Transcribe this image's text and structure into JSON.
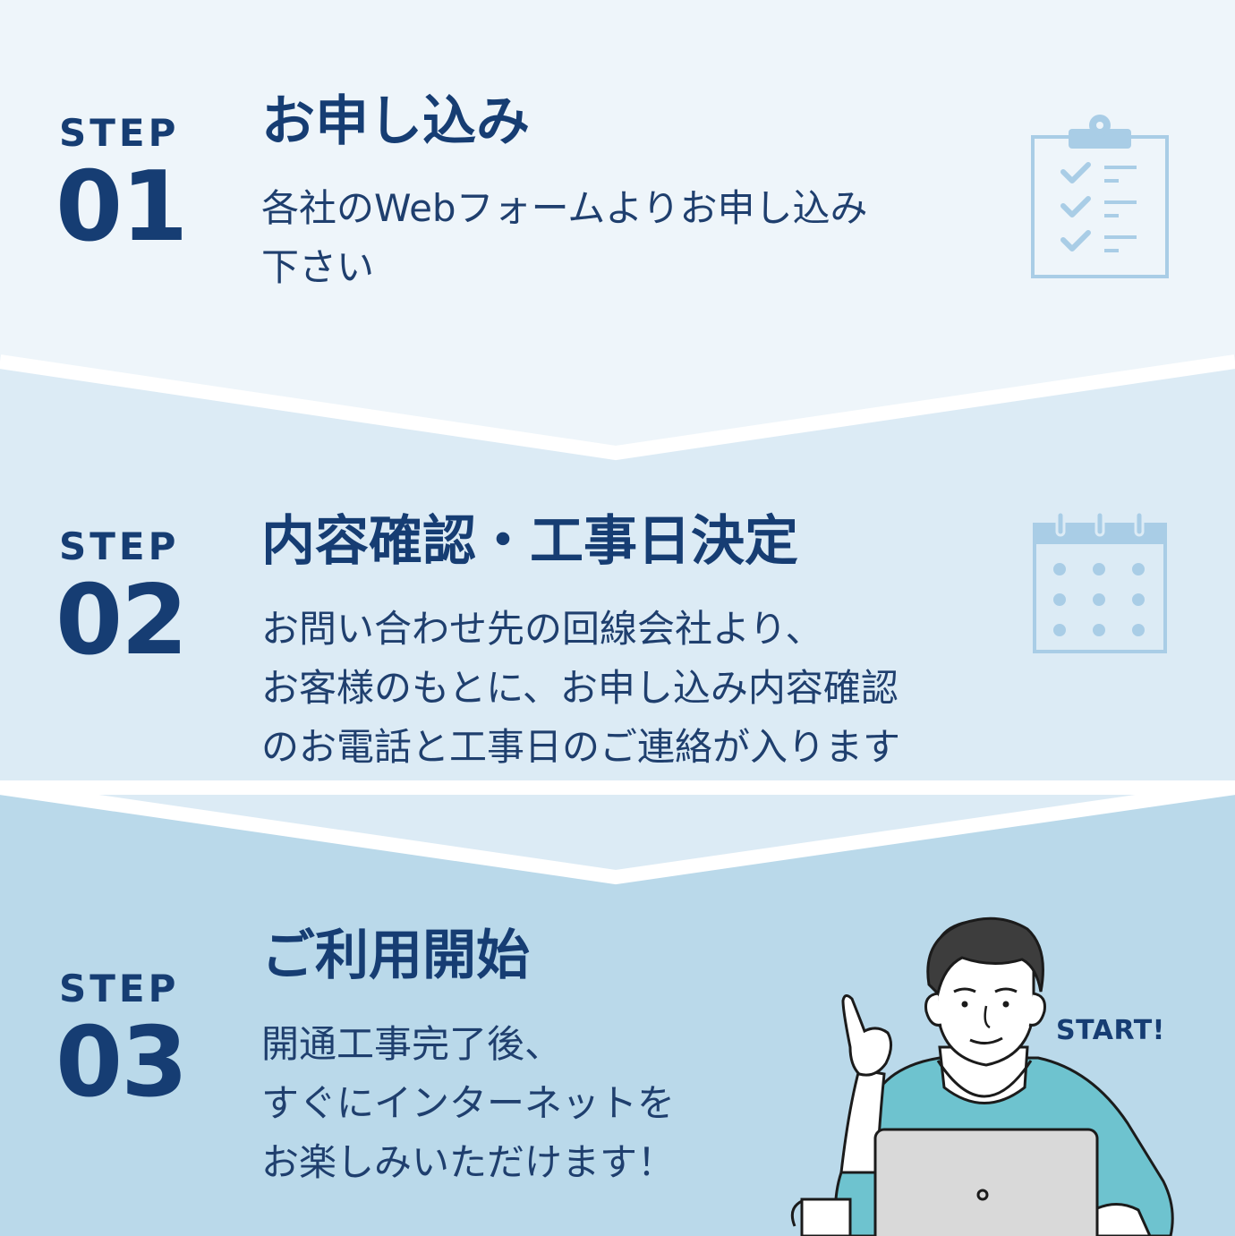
{
  "steps": [
    {
      "word": "STEP",
      "number": "01",
      "title": "お申し込み",
      "description": [
        "各社のWebフォームよりお申し込み",
        "下さい"
      ],
      "icon": "clipboard-checklist-icon"
    },
    {
      "word": "STEP",
      "number": "02",
      "title": "内容確認・工事日決定",
      "description": [
        "お問い合わせ先の回線会社より、",
        "お客様のもとに、お申し込み内容確認",
        "のお電話と工事日のご連絡が入ります"
      ],
      "icon": "calendar-icon"
    },
    {
      "word": "STEP",
      "number": "03",
      "title": "ご利用開始",
      "description": [
        "開通工事完了後、",
        "すぐにインターネットを",
        "お楽しみいただけます！"
      ],
      "icon": "man-with-laptop-illustration"
    }
  ],
  "illustration_label": "START!",
  "colors": {
    "band1": "#eef5fa",
    "band2": "#dcebf5",
    "band3": "#bad9ea",
    "navy": "#163d73",
    "icon_blue": "#a9cde6",
    "shirt": "#6ec3cf"
  }
}
